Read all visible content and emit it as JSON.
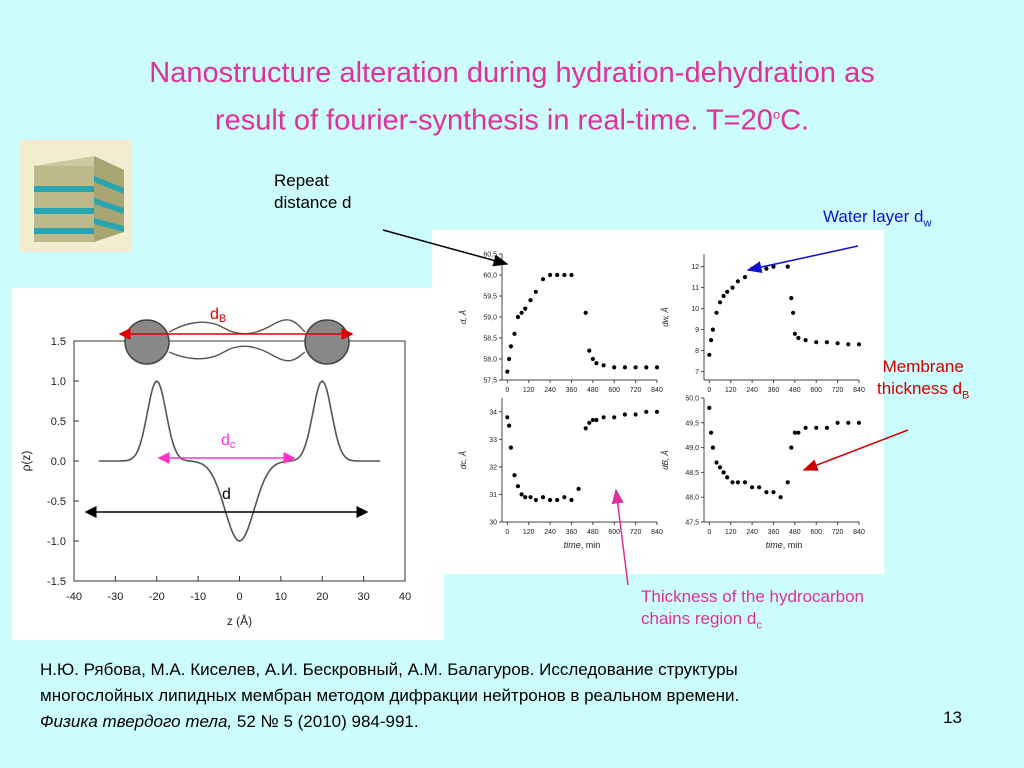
{
  "title": {
    "line1": "Nanostructure alteration during hydration-dehydration as",
    "line2_pre": "result of fourier-synthesis in real-time. T=20",
    "line2_sup": "o",
    "line2_post": "C."
  },
  "labels": {
    "repeat_line1": "Repeat",
    "repeat_line2": "distance d",
    "water": "Water layer d",
    "water_sub": "w",
    "membrane_line1": "Membrane",
    "membrane_line2": "thickness d",
    "membrane_sub": "B",
    "hydrocarbon_line1": "Thickness of the hydrocarbon",
    "hydrocarbon_line2": "chains region d",
    "hydrocarbon_sub": "c"
  },
  "profile": {
    "ylabel": "ρ(z)",
    "xlabel": "z (Å)",
    "xticks": [
      "-40",
      "-30",
      "-20",
      "-10",
      "0",
      "10",
      "20",
      "30",
      "40"
    ],
    "yticks": [
      "1.5",
      "1.0",
      "0.5",
      "0.0",
      "-0.5",
      "-1.0",
      "-1.5"
    ],
    "db": "d",
    "db_sub": "B",
    "dc": "d",
    "dc_sub": "c",
    "d": "d"
  },
  "panels": {
    "tl_ylabel": "d, Å",
    "tl_ticks": [
      "60,5",
      "60,0",
      "59,5",
      "59,0",
      "58,5",
      "58,0",
      "57,5"
    ],
    "tr_ylabel": "dw, Å",
    "tr_ticks": [
      "12",
      "11",
      "10",
      "9",
      "8",
      "7"
    ],
    "bl_ylabel": "dc, Å",
    "bl_ticks": [
      "34",
      "33",
      "32",
      "31",
      "30"
    ],
    "br_ylabel": "dB, Å",
    "br_ticks": [
      "50,0",
      "49,5",
      "49,0",
      "48,5",
      "48,0",
      "47,5"
    ],
    "xticks": [
      "0",
      "120",
      "240",
      "360",
      "480",
      "600",
      "720",
      "840"
    ],
    "xlabel_italic": "time",
    "xlabel_unit": ", min"
  },
  "reference": {
    "line1": "Н.Ю. Рябова, М.А. Киселев, А.И. Бескровный, А.М. Балагуров. Исследование структуры",
    "line2": "многослойных липидных мембран методом дифракции нейтронов в реальном времени.",
    "journal": "Физика твердого тела,",
    "rest": " 52 № 5 (2010) 984-991."
  },
  "slide_number": "13",
  "chart_data": [
    {
      "type": "line",
      "title": "",
      "xlabel": "z (Å)",
      "ylabel": "ρ(z)",
      "xlim": [
        -40,
        40
      ],
      "ylim": [
        -1.5,
        1.5
      ],
      "x": [
        -35,
        -30,
        -25,
        -22,
        -20,
        -18,
        -15,
        -12,
        -8,
        -4,
        0,
        4,
        8,
        12,
        15,
        18,
        20,
        22,
        25,
        30,
        35
      ],
      "values": [
        0.0,
        0.0,
        0.15,
        0.85,
        1.0,
        0.85,
        0.2,
        0.0,
        -0.15,
        -0.55,
        -1.0,
        -0.55,
        -0.15,
        0.0,
        0.2,
        0.85,
        1.0,
        0.85,
        0.15,
        0.0,
        0.0
      ]
    },
    {
      "type": "scatter",
      "xlabel": "time, min",
      "ylabel": "d, Å",
      "xlim": [
        0,
        840
      ],
      "ylim": [
        57.5,
        60.5
      ],
      "x": [
        0,
        10,
        20,
        40,
        60,
        80,
        100,
        130,
        160,
        200,
        240,
        280,
        320,
        360,
        440,
        460,
        480,
        500,
        540,
        600,
        660,
        720,
        780,
        840
      ],
      "values": [
        57.7,
        58.0,
        58.3,
        58.6,
        59.0,
        59.1,
        59.2,
        59.4,
        59.6,
        59.9,
        60.0,
        60.0,
        60.0,
        60.0,
        59.1,
        58.2,
        58.0,
        57.9,
        57.85,
        57.8,
        57.8,
        57.8,
        57.8,
        57.8
      ]
    },
    {
      "type": "scatter",
      "xlabel": "time, min",
      "ylabel": "dw, Å",
      "xlim": [
        0,
        840
      ],
      "ylim": [
        7,
        12.5
      ],
      "x": [
        0,
        10,
        20,
        40,
        60,
        80,
        100,
        130,
        160,
        200,
        240,
        280,
        320,
        360,
        440,
        460,
        470,
        480,
        500,
        540,
        600,
        660,
        720,
        780,
        840
      ],
      "values": [
        7.8,
        8.5,
        9.0,
        9.8,
        10.3,
        10.6,
        10.8,
        11.0,
        11.3,
        11.5,
        11.9,
        11.9,
        11.9,
        12.0,
        12.0,
        10.5,
        9.8,
        8.8,
        8.6,
        8.5,
        8.4,
        8.4,
        8.35,
        8.3,
        8.3
      ]
    },
    {
      "type": "scatter",
      "xlabel": "time, min",
      "ylabel": "dc, Å",
      "xlim": [
        0,
        840
      ],
      "ylim": [
        30,
        34.5
      ],
      "x": [
        0,
        10,
        20,
        40,
        60,
        80,
        100,
        130,
        160,
        200,
        240,
        280,
        320,
        360,
        400,
        440,
        460,
        480,
        500,
        540,
        600,
        660,
        720,
        780,
        840
      ],
      "values": [
        33.8,
        33.5,
        32.7,
        31.7,
        31.3,
        31.0,
        30.9,
        30.9,
        30.8,
        30.9,
        30.8,
        30.8,
        30.9,
        30.8,
        31.2,
        33.4,
        33.6,
        33.7,
        33.7,
        33.8,
        33.8,
        33.9,
        33.9,
        34.0,
        34.0
      ]
    },
    {
      "type": "scatter",
      "xlabel": "time, min",
      "ylabel": "dB, Å",
      "xlim": [
        0,
        840
      ],
      "ylim": [
        47.5,
        50.0
      ],
      "x": [
        0,
        10,
        20,
        40,
        60,
        80,
        100,
        130,
        160,
        200,
        240,
        280,
        320,
        360,
        400,
        440,
        460,
        480,
        500,
        540,
        600,
        660,
        720,
        780,
        840
      ],
      "values": [
        49.8,
        49.3,
        49.0,
        48.7,
        48.6,
        48.5,
        48.4,
        48.3,
        48.3,
        48.3,
        48.2,
        48.2,
        48.1,
        48.1,
        48.0,
        48.3,
        49.0,
        49.3,
        49.3,
        49.4,
        49.4,
        49.4,
        49.5,
        49.5,
        49.5
      ]
    }
  ]
}
